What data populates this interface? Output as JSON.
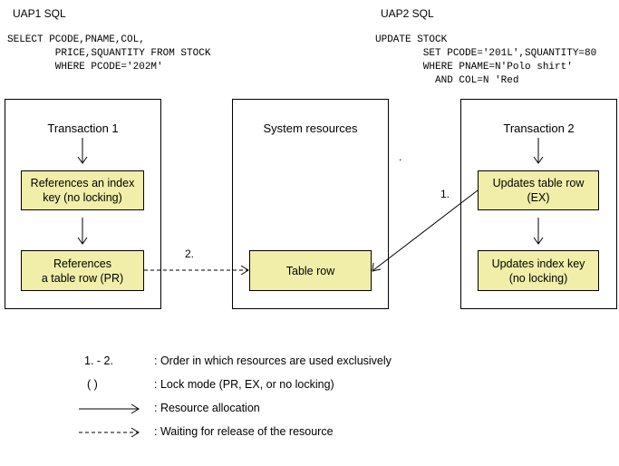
{
  "uap1": {
    "title": "UAP1 SQL",
    "sql": "SELECT PCODE,PNAME,COL,\n        PRICE,SQUANTITY FROM STOCK\n        WHERE PCODE='202M'"
  },
  "uap2": {
    "title": "UAP2 SQL",
    "sql": "UPDATE STOCK\n        SET PCODE='201L',SQUANTITY=80\n        WHERE PNAME=N'Polo shirt'\n          AND COL=N 'Red"
  },
  "panels": {
    "transaction1": {
      "title": "Transaction 1",
      "step1": "References an index\nkey (no locking)",
      "step2": "References\na table row (PR)"
    },
    "system": {
      "title": "System resources",
      "resource": "Table row",
      "dot": "."
    },
    "transaction2": {
      "title": "Transaction 2",
      "step1": "Updates table row\n(EX)",
      "step2": "Updates index key\n(no locking)"
    }
  },
  "edge_labels": {
    "order1": "1.",
    "order2": "2."
  },
  "legend": {
    "order_key": "1. - 2.",
    "order_text": ": Order in which resources are used exclusively",
    "lock_key": "(   )",
    "lock_text": ": Lock mode (PR, EX, or no locking)",
    "alloc_text": ": Resource allocation",
    "wait_text": ": Waiting for release of the resource"
  },
  "colors": {
    "node_fill": "#f0eea8",
    "line": "#000000"
  }
}
